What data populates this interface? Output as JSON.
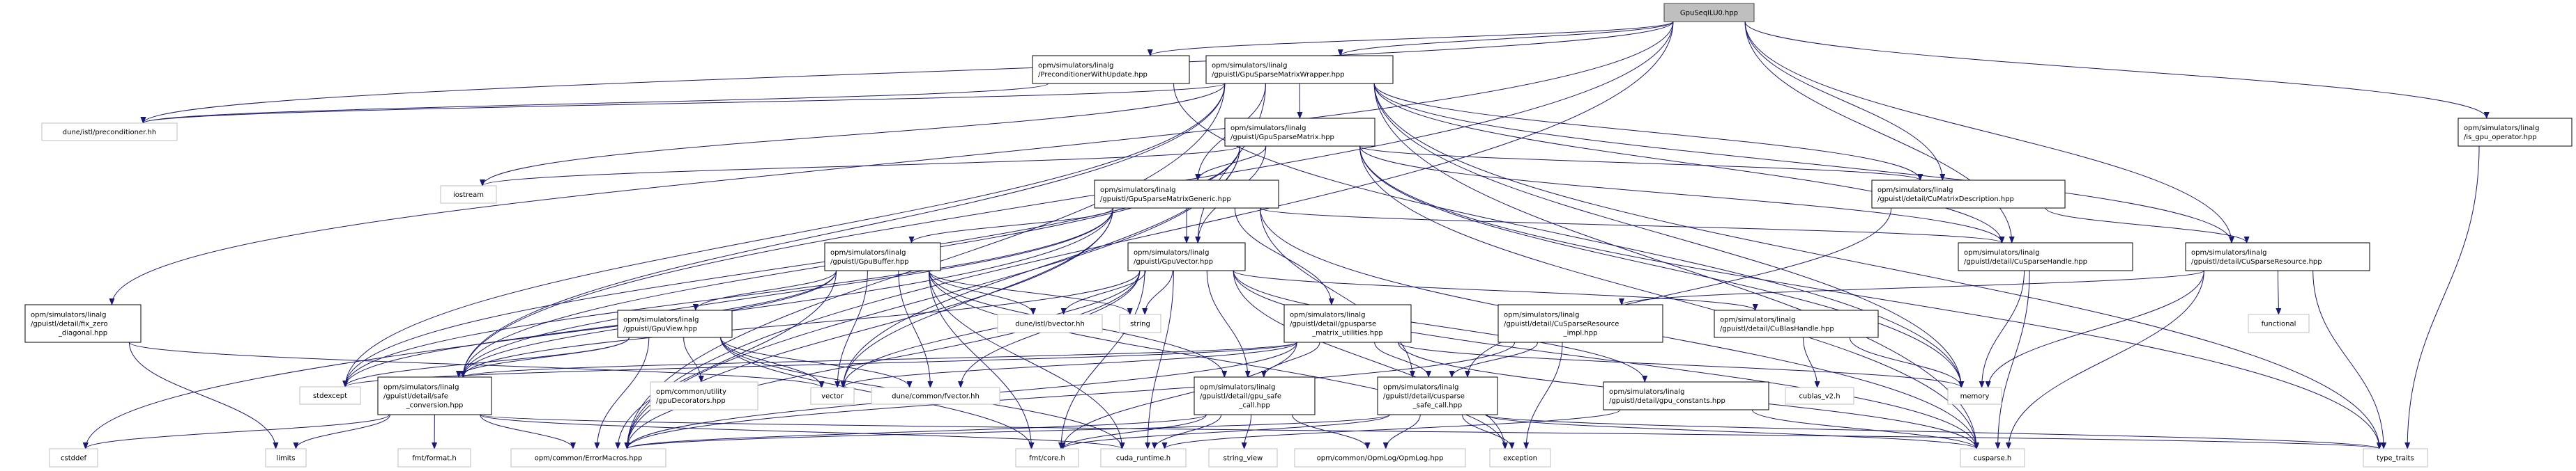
{
  "graph": {
    "type": "include-dependency-graph",
    "colors": {
      "edge": "#191970",
      "root_fill": "#bfbfbf",
      "documented_border": "#000000",
      "external_border": "#bfbfbf"
    },
    "nodes": [
      {
        "id": "root",
        "kind": "root",
        "lines": [
          "GpuSeqILU0.hpp"
        ]
      },
      {
        "id": "pwu",
        "kind": "doc",
        "lines": [
          "opm/simulators/linalg",
          "/PreconditionerWithUpdate.hpp"
        ]
      },
      {
        "id": "wrapper",
        "kind": "doc",
        "lines": [
          "opm/simulators/linalg",
          "/gpuistl/GpuSparseMatrixWrapper.hpp"
        ]
      },
      {
        "id": "isgpuop",
        "kind": "doc",
        "lines": [
          "opm/simulators/linalg",
          "/is_gpu_operator.hpp"
        ]
      },
      {
        "id": "precond",
        "kind": "ext",
        "lines": [
          "dune/istl/preconditioner.hh"
        ]
      },
      {
        "id": "gsm",
        "kind": "doc",
        "lines": [
          "opm/simulators/linalg",
          "/gpuistl/GpuSparseMatrix.hpp"
        ]
      },
      {
        "id": "iostream",
        "kind": "ext",
        "lines": [
          "iostream"
        ]
      },
      {
        "id": "generic",
        "kind": "doc",
        "lines": [
          "opm/simulators/linalg",
          "/gpuistl/GpuSparseMatrixGeneric.hpp"
        ]
      },
      {
        "id": "cumatdesc",
        "kind": "doc",
        "lines": [
          "opm/simulators/linalg",
          "/gpuistl/detail/CuMatrixDescription.hpp"
        ]
      },
      {
        "id": "gpubuffer",
        "kind": "doc",
        "lines": [
          "opm/simulators/linalg",
          "/gpuistl/GpuBuffer.hpp"
        ]
      },
      {
        "id": "gpuvector",
        "kind": "doc",
        "lines": [
          "opm/simulators/linalg",
          "/gpuistl/GpuVector.hpp"
        ]
      },
      {
        "id": "cusphandle",
        "kind": "doc",
        "lines": [
          "opm/simulators/linalg",
          "/gpuistl/detail/CuSparseHandle.hpp"
        ]
      },
      {
        "id": "cusres",
        "kind": "doc",
        "lines": [
          "opm/simulators/linalg",
          "/gpuistl/detail/CuSparseResource.hpp"
        ]
      },
      {
        "id": "fixzero",
        "kind": "doc",
        "lines": [
          "opm/simulators/linalg",
          "/gpuistl/detail/fix_zero",
          "_diagonal.hpp"
        ]
      },
      {
        "id": "gpuview",
        "kind": "doc",
        "lines": [
          "opm/simulators/linalg",
          "/gpuistl/GpuView.hpp"
        ]
      },
      {
        "id": "bvector",
        "kind": "ext",
        "lines": [
          "dune/istl/bvector.hh"
        ]
      },
      {
        "id": "string",
        "kind": "ext",
        "lines": [
          "string"
        ]
      },
      {
        "id": "gsmutil",
        "kind": "doc",
        "lines": [
          "opm/simulators/linalg",
          "/gpuistl/detail/gpusparse",
          "_matrix_utilities.hpp"
        ]
      },
      {
        "id": "cusresimpl",
        "kind": "doc",
        "lines": [
          "opm/simulators/linalg",
          "/gpuistl/detail/CuSparseResource",
          "_impl.hpp"
        ]
      },
      {
        "id": "cublashandle",
        "kind": "doc",
        "lines": [
          "opm/simulators/linalg",
          "/gpuistl/detail/CuBlasHandle.hpp"
        ]
      },
      {
        "id": "functional",
        "kind": "ext",
        "lines": [
          "functional"
        ]
      },
      {
        "id": "stdexcept",
        "kind": "ext",
        "lines": [
          "stdexcept"
        ]
      },
      {
        "id": "safeconv",
        "kind": "doc",
        "lines": [
          "opm/simulators/linalg",
          "/gpuistl/detail/safe",
          "_conversion.hpp"
        ]
      },
      {
        "id": "gpudecor",
        "kind": "ext",
        "lines": [
          "opm/common/utility",
          "/gpuDecorators.hpp"
        ]
      },
      {
        "id": "vector",
        "kind": "ext",
        "lines": [
          "vector"
        ]
      },
      {
        "id": "fvector",
        "kind": "ext",
        "lines": [
          "dune/common/fvector.hh"
        ]
      },
      {
        "id": "gpusafecall",
        "kind": "doc",
        "lines": [
          "opm/simulators/linalg",
          "/gpuistl/detail/gpu_safe",
          "_call.hpp"
        ]
      },
      {
        "id": "cuspsafecall",
        "kind": "doc",
        "lines": [
          "opm/simulators/linalg",
          "/gpuistl/detail/cusparse",
          "_safe_call.hpp"
        ]
      },
      {
        "id": "gpuconst",
        "kind": "doc",
        "lines": [
          "opm/simulators/linalg",
          "/gpuistl/detail/gpu_constants.hpp"
        ]
      },
      {
        "id": "cublas",
        "kind": "ext",
        "lines": [
          "cublas_v2.h"
        ]
      },
      {
        "id": "memory",
        "kind": "ext",
        "lines": [
          "memory"
        ]
      },
      {
        "id": "cstddef",
        "kind": "ext",
        "lines": [
          "cstddef"
        ]
      },
      {
        "id": "limits",
        "kind": "ext",
        "lines": [
          "limits"
        ]
      },
      {
        "id": "fmtformat",
        "kind": "ext",
        "lines": [
          "fmt/format.h"
        ]
      },
      {
        "id": "errormacros",
        "kind": "ext",
        "lines": [
          "opm/common/ErrorMacros.hpp"
        ]
      },
      {
        "id": "fmtcore",
        "kind": "ext",
        "lines": [
          "fmt/core.h"
        ]
      },
      {
        "id": "cudaruntime",
        "kind": "ext",
        "lines": [
          "cuda_runtime.h"
        ]
      },
      {
        "id": "stringview",
        "kind": "ext",
        "lines": [
          "string_view"
        ]
      },
      {
        "id": "opmlog",
        "kind": "ext",
        "lines": [
          "opm/common/OpmLog/OpmLog.hpp"
        ]
      },
      {
        "id": "exception",
        "kind": "ext",
        "lines": [
          "exception"
        ]
      },
      {
        "id": "cusparseh",
        "kind": "ext",
        "lines": [
          "cusparse.h"
        ]
      },
      {
        "id": "typetraits",
        "kind": "ext",
        "lines": [
          "type_traits"
        ]
      }
    ],
    "edges": [
      [
        "root",
        "fixzero"
      ],
      [
        "root",
        "precond"
      ],
      [
        "root",
        "pwu"
      ],
      [
        "root",
        "wrapper"
      ],
      [
        "root",
        "cumatdesc"
      ],
      [
        "root",
        "cusphandle"
      ],
      [
        "root",
        "cusres"
      ],
      [
        "root",
        "isgpuop"
      ],
      [
        "root",
        "safeconv"
      ],
      [
        "root",
        "errormacros"
      ],
      [
        "pwu",
        "precond"
      ],
      [
        "pwu",
        "memory"
      ],
      [
        "wrapper",
        "gsm"
      ],
      [
        "wrapper",
        "generic"
      ],
      [
        "wrapper",
        "precond"
      ],
      [
        "wrapper",
        "errormacros"
      ],
      [
        "wrapper",
        "safeconv"
      ],
      [
        "wrapper",
        "stdexcept"
      ],
      [
        "wrapper",
        "iostream"
      ],
      [
        "wrapper",
        "gpuvector"
      ],
      [
        "wrapper",
        "cumatdesc"
      ],
      [
        "wrapper",
        "cusphandle"
      ],
      [
        "wrapper",
        "typetraits"
      ],
      [
        "wrapper",
        "memory"
      ],
      [
        "wrapper",
        "cusparseh"
      ],
      [
        "wrapper",
        "cusres"
      ],
      [
        "gsm",
        "generic"
      ],
      [
        "gsm",
        "gpuvector"
      ],
      [
        "gsm",
        "iostream"
      ],
      [
        "gsm",
        "safeconv"
      ],
      [
        "gsm",
        "errormacros"
      ],
      [
        "gsm",
        "vector"
      ],
      [
        "gsm",
        "cumatdesc"
      ],
      [
        "gsm",
        "cusphandle"
      ],
      [
        "gsm",
        "memory"
      ],
      [
        "gsm",
        "cusparseh"
      ],
      [
        "gsm",
        "typetraits"
      ],
      [
        "gsm",
        "stdexcept"
      ],
      [
        "generic",
        "gpubuffer"
      ],
      [
        "generic",
        "gpuvector"
      ],
      [
        "generic",
        "gsmutil"
      ],
      [
        "generic",
        "cuspsafecall"
      ],
      [
        "generic",
        "cusphandle"
      ],
      [
        "generic",
        "safeconv"
      ],
      [
        "generic",
        "errormacros"
      ],
      [
        "generic",
        "cusparseh"
      ],
      [
        "generic",
        "cstddef"
      ],
      [
        "generic",
        "vector"
      ],
      [
        "generic",
        "stdexcept"
      ],
      [
        "gpubuffer",
        "gpuview"
      ],
      [
        "gpubuffer",
        "safeconv"
      ],
      [
        "gpubuffer",
        "errormacros"
      ],
      [
        "gpubuffer",
        "vector"
      ],
      [
        "gpubuffer",
        "fvector"
      ],
      [
        "gpubuffer",
        "bvector"
      ],
      [
        "gpubuffer",
        "string"
      ],
      [
        "gpubuffer",
        "fmtcore"
      ],
      [
        "gpubuffer",
        "cudaruntime"
      ],
      [
        "gpubuffer",
        "gpusafecall"
      ],
      [
        "gpubuffer",
        "exception"
      ],
      [
        "gpubuffer",
        "stdexcept"
      ],
      [
        "gpuvector",
        "bvector"
      ],
      [
        "gpuvector",
        "string"
      ],
      [
        "gpuvector",
        "fvector"
      ],
      [
        "gpuvector",
        "vector"
      ],
      [
        "gpuvector",
        "safeconv"
      ],
      [
        "gpuvector",
        "errormacros"
      ],
      [
        "gpuvector",
        "gpusafecall"
      ],
      [
        "gpuvector",
        "fmtcore"
      ],
      [
        "gpuvector",
        "exception"
      ],
      [
        "gpuvector",
        "cublashandle"
      ],
      [
        "gpuvector",
        "gpuconst"
      ],
      [
        "gpuvector",
        "cusparseh"
      ],
      [
        "gpuvector",
        "cudaruntime"
      ],
      [
        "gpuview",
        "safeconv"
      ],
      [
        "gpuview",
        "stdexcept"
      ],
      [
        "gpuview",
        "errormacros"
      ],
      [
        "gpuview",
        "gpudecor"
      ],
      [
        "gpuview",
        "vector"
      ],
      [
        "gpuview",
        "fvector"
      ],
      [
        "gpuview",
        "fmtcore"
      ],
      [
        "gpuview",
        "cudaruntime"
      ],
      [
        "fixzero",
        "vector"
      ],
      [
        "fixzero",
        "limits"
      ],
      [
        "safeconv",
        "cstddef"
      ],
      [
        "safeconv",
        "limits"
      ],
      [
        "safeconv",
        "fmtformat"
      ],
      [
        "safeconv",
        "errormacros"
      ],
      [
        "safeconv",
        "typetraits"
      ],
      [
        "safeconv",
        "cudaruntime"
      ],
      [
        "gsmutil",
        "safeconv"
      ],
      [
        "gsmutil",
        "cuspsafecall"
      ],
      [
        "gsmutil",
        "gpusafecall"
      ],
      [
        "gsmutil",
        "fmtcore"
      ],
      [
        "gsmutil",
        "errormacros"
      ],
      [
        "gsmutil",
        "memory"
      ],
      [
        "gsmutil",
        "cusparseh"
      ],
      [
        "gsmutil",
        "vector"
      ],
      [
        "gsmutil",
        "stdexcept"
      ],
      [
        "cusresimpl",
        "cuspsafecall"
      ],
      [
        "cusresimpl",
        "exception"
      ],
      [
        "cusresimpl",
        "errormacros"
      ],
      [
        "cuspsafecall",
        "errormacros"
      ],
      [
        "cuspsafecall",
        "opmlog"
      ],
      [
        "cuspsafecall",
        "exception"
      ],
      [
        "cuspsafecall",
        "fmtcore"
      ],
      [
        "cuspsafecall",
        "cusparseh"
      ],
      [
        "cuspsafecall",
        "typetraits"
      ],
      [
        "gpusafecall",
        "errormacros"
      ],
      [
        "gpusafecall",
        "opmlog"
      ],
      [
        "gpusafecall",
        "fmtcore"
      ],
      [
        "gpusafecall",
        "cudaruntime"
      ],
      [
        "gpusafecall",
        "stringview"
      ],
      [
        "gpuconst",
        "cusparseh"
      ],
      [
        "gpuconst",
        "cudaruntime"
      ],
      [
        "cumatdesc",
        "cusres"
      ],
      [
        "cumatdesc",
        "cuspsafecall"
      ],
      [
        "cusphandle",
        "memory"
      ],
      [
        "cusphandle",
        "cusparseh"
      ],
      [
        "cusres",
        "cusresimpl"
      ],
      [
        "cusres",
        "functional"
      ],
      [
        "cusres",
        "memory"
      ],
      [
        "cusres",
        "cusparseh"
      ],
      [
        "cusres",
        "typetraits"
      ],
      [
        "cublashandle",
        "cublas"
      ],
      [
        "cublashandle",
        "memory"
      ],
      [
        "isgpuop",
        "typetraits"
      ]
    ]
  }
}
